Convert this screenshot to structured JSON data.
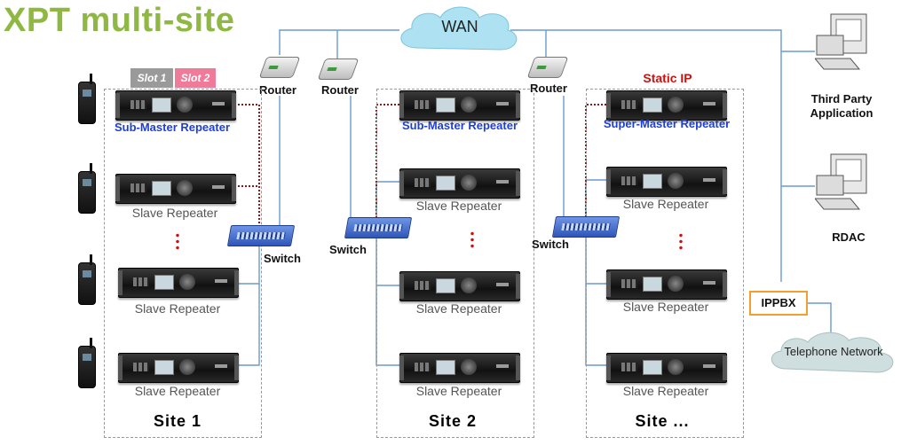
{
  "title": "XPT multi-site",
  "wan_label": "WAN",
  "slots": [
    "Slot 1",
    "Slot 2"
  ],
  "router_label": "Router",
  "switch_label": "Switch",
  "static_ip_label": "Static IP",
  "sites": [
    {
      "name": "Site 1",
      "master_label": "Sub-Master Repeater",
      "slave_labels": [
        "Slave Repeater",
        "Slave Repeater",
        "Slave Repeater"
      ]
    },
    {
      "name": "Site 2",
      "master_label": "Sub-Master Repeater",
      "slave_labels": [
        "Slave Repeater",
        "Slave Repeater",
        "Slave Repeater"
      ]
    },
    {
      "name": "Site ...",
      "master_label": "Super-Master Repeater",
      "slave_labels": [
        "Slave Repeater",
        "Slave Repeater",
        "Slave Repeater"
      ]
    }
  ],
  "third_party_label": [
    "Third Party",
    "Application"
  ],
  "rdac_label": "RDAC",
  "ippbx_label": "IPPBX",
  "telephone_label": "Telephone Network",
  "colors": {
    "title": "#8fb843",
    "cloud": "#aee2f2",
    "link": "#6a9bd1",
    "cable": "#8b1a1a",
    "master_label": "#1d3fd6",
    "static_ip": "#cc1111",
    "slot1": "#9a9a9a",
    "slot2": "#f07a9a",
    "ippbx_border": "#f0a030",
    "telephone_cloud": "#cfdede"
  }
}
